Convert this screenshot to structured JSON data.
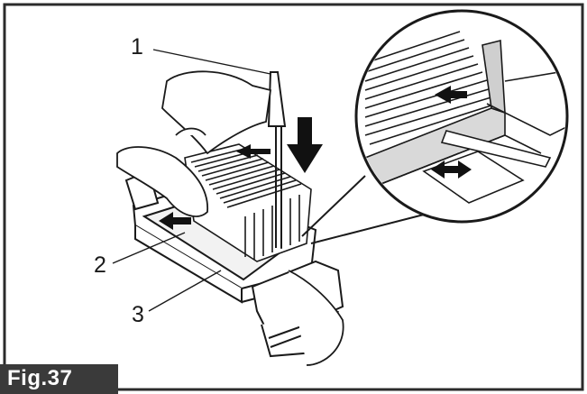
{
  "figure": {
    "label": "Fig.37",
    "callouts": [
      "1",
      "2",
      "3"
    ]
  },
  "colors": {
    "ink": "#1a1a1a",
    "frame": "#2b2b2b",
    "label_bg": "#3a3a3a",
    "label_text": "#ffffff",
    "arrow": "#111111"
  },
  "icons": [
    "push-arrow-icon",
    "down-arrow-icon",
    "double-arrow-icon"
  ]
}
